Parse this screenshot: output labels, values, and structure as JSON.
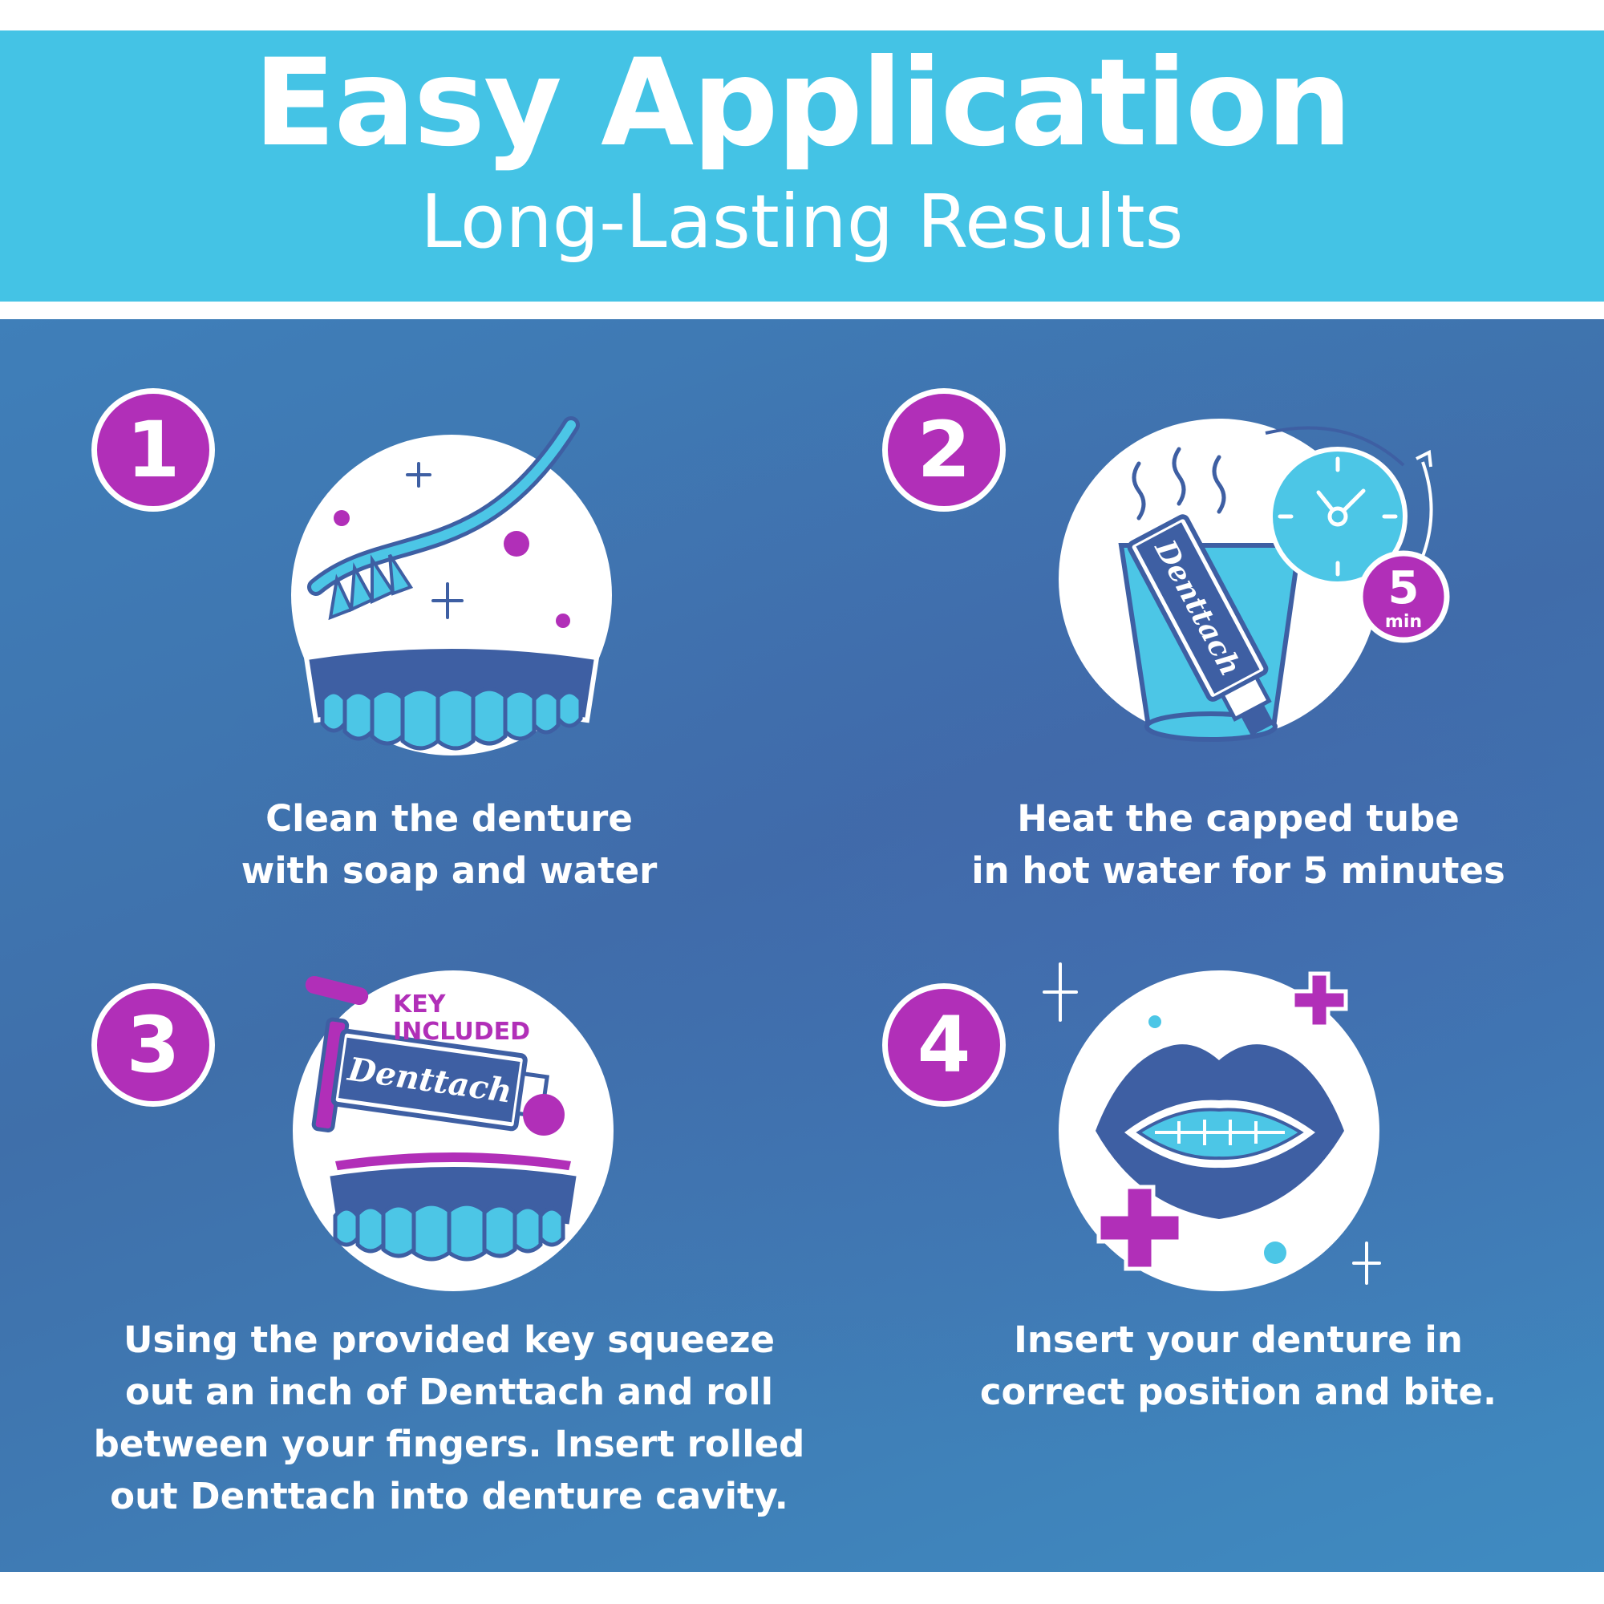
{
  "header": {
    "title": "Easy Application",
    "subtitle": "Long-Lasting Results"
  },
  "steps": [
    {
      "number": "1",
      "icon": "toothbrush-denture-icon",
      "caption_lines": [
        "Clean the denture",
        "with soap and water"
      ]
    },
    {
      "number": "2",
      "icon": "tube-hot-water-clock-icon",
      "tube_brand": "Denttach",
      "timer_value": "5",
      "timer_unit": "min",
      "caption_lines": [
        "Heat the capped tube",
        "in hot water for 5 minutes"
      ]
    },
    {
      "number": "3",
      "icon": "tube-key-denture-icon",
      "tube_brand": "Denttach",
      "badge_lines": [
        "KEY",
        "INCLUDED"
      ],
      "caption_lines": [
        "Using the provided key squeeze",
        "out an inch of Denttach and roll",
        "between your fingers. Insert rolled",
        "out Denttach into denture cavity."
      ]
    },
    {
      "number": "4",
      "icon": "mouth-teeth-icon",
      "caption_lines": [
        "Insert your denture in",
        "correct position and bite."
      ]
    }
  ],
  "colors": {
    "header_bg": "#44c3e5",
    "badge": "#b12fb8",
    "accent_cyan": "#4cc6e6",
    "denture_navy": "#3e5fa3",
    "white": "#ffffff"
  }
}
